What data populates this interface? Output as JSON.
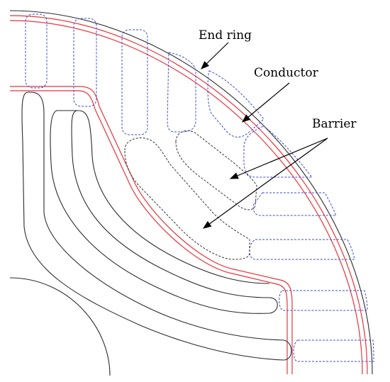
{
  "labels": {
    "end_ring": "End ring",
    "conductor": "Conductor",
    "barrier": "Barrier"
  },
  "colors": {
    "end_ring": "#e8343a",
    "conductor": "#3b4bd8",
    "outline": "#2b2b2b",
    "barrier": "#333333"
  }
}
